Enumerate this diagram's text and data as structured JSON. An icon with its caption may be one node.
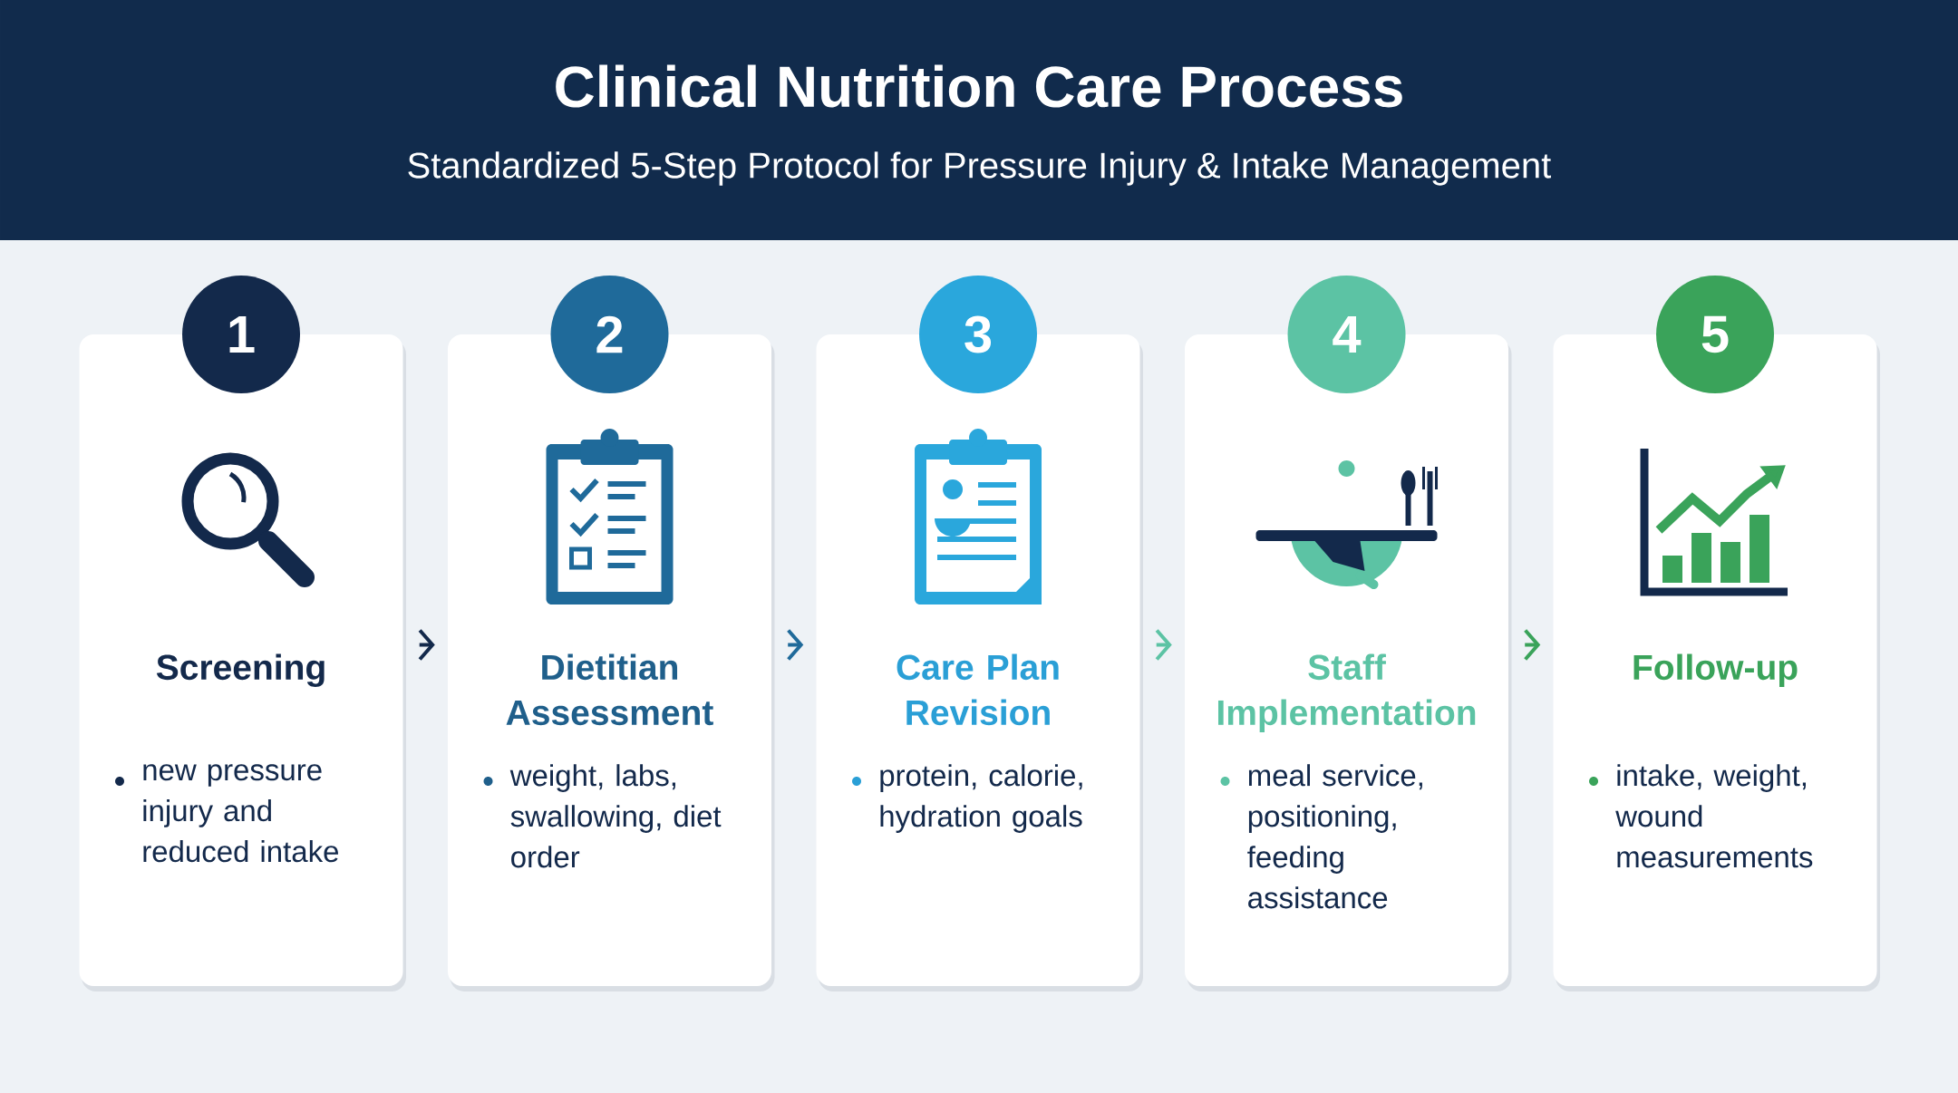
{
  "diagram": {
    "title": "Clinical Nutrition Care Process",
    "nodes": [
      {
        "text": [
          "1"
        ]
      },
      {
        "text": [
          "Screening",
          "new pressure injury and reduced intake"
        ]
      },
      {
        "text": [
          "2"
        ]
      },
      {
        "text": [
          "Dietitian Assessment",
          "weight, labs, swallowing, diet order"
        ]
      },
      {
        "text": [
          "3"
        ]
      },
      {
        "text": [
          "Care Plan Revision",
          "protein, calorie, hydration goals"
        ]
      },
      {
        "text": [
          "4"
        ]
      },
      {
        "text": [
          "Staff Implementation",
          "meal service, positioning, feeding assistance"
        ]
      },
      {
        "text": [
          "5"
        ]
      },
      {
        "text": [
          "Follow-up",
          "intake, weight, wound measurements"
        ]
      }
    ],
    "edges": [
      {
        "from": 1,
        "to": 3,
        "arrow": "to",
        "color": "#13294b"
      },
      {
        "from": 3,
        "to": 5,
        "arrow": "to",
        "color": "#1f6a9a"
      },
      {
        "from": 5,
        "to": 7,
        "arrow": "to",
        "color": "#5cc3a4"
      },
      {
        "from": 7,
        "to": 9,
        "arrow": "to",
        "color": "#3aa35a"
      }
    ],
    "labels": [
      "Standardized 5-Step Protocol for Pressure Injury & Intake Management"
    ]
  }
}
